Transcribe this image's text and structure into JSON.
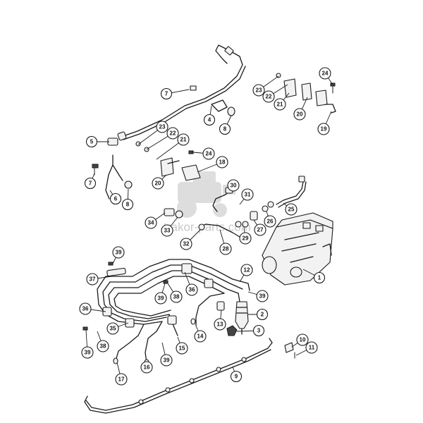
{
  "watermark": {
    "text": "trakor-parts.com"
  },
  "callouts": [
    {
      "id": "c7a",
      "label": "7"
    },
    {
      "id": "c4",
      "label": "4"
    },
    {
      "id": "c8a",
      "label": "8"
    },
    {
      "id": "c23a",
      "label": "23"
    },
    {
      "id": "c22a",
      "label": "22"
    },
    {
      "id": "c21a",
      "label": "21"
    },
    {
      "id": "c20a",
      "label": "20"
    },
    {
      "id": "c24a",
      "label": "24"
    },
    {
      "id": "c19",
      "label": "19"
    },
    {
      "id": "c5",
      "label": "5"
    },
    {
      "id": "c23b",
      "label": "23"
    },
    {
      "id": "c22b",
      "label": "22"
    },
    {
      "id": "c21b",
      "label": "21"
    },
    {
      "id": "c24b",
      "label": "24"
    },
    {
      "id": "c18",
      "label": "18"
    },
    {
      "id": "c20b",
      "label": "20"
    },
    {
      "id": "c7b",
      "label": "7"
    },
    {
      "id": "c6",
      "label": "6"
    },
    {
      "id": "c8b",
      "label": "8"
    },
    {
      "id": "c30",
      "label": "30"
    },
    {
      "id": "c31",
      "label": "31"
    },
    {
      "id": "c25",
      "label": "25"
    },
    {
      "id": "c34",
      "label": "34"
    },
    {
      "id": "c33",
      "label": "33"
    },
    {
      "id": "c26",
      "label": "26"
    },
    {
      "id": "c27",
      "label": "27"
    },
    {
      "id": "c29",
      "label": "29"
    },
    {
      "id": "c32",
      "label": "32"
    },
    {
      "id": "c28",
      "label": "28"
    },
    {
      "id": "c1",
      "label": "1"
    },
    {
      "id": "c39a",
      "label": "39"
    },
    {
      "id": "c37",
      "label": "37"
    },
    {
      "id": "c12",
      "label": "12"
    },
    {
      "id": "c36a",
      "label": "36"
    },
    {
      "id": "c39b",
      "label": "39"
    },
    {
      "id": "c38a",
      "label": "38"
    },
    {
      "id": "c39c",
      "label": "39"
    },
    {
      "id": "c36b",
      "label": "36"
    },
    {
      "id": "c2",
      "label": "2"
    },
    {
      "id": "c13",
      "label": "13"
    },
    {
      "id": "c14",
      "label": "14"
    },
    {
      "id": "c3",
      "label": "3"
    },
    {
      "id": "c35",
      "label": "35"
    },
    {
      "id": "c38b",
      "label": "38"
    },
    {
      "id": "c39d",
      "label": "39"
    },
    {
      "id": "c15",
      "label": "15"
    },
    {
      "id": "c16",
      "label": "16"
    },
    {
      "id": "c39e",
      "label": "39"
    },
    {
      "id": "c10",
      "label": "10"
    },
    {
      "id": "c11",
      "label": "11"
    },
    {
      "id": "c9",
      "label": "9"
    },
    {
      "id": "c17",
      "label": "17"
    }
  ]
}
